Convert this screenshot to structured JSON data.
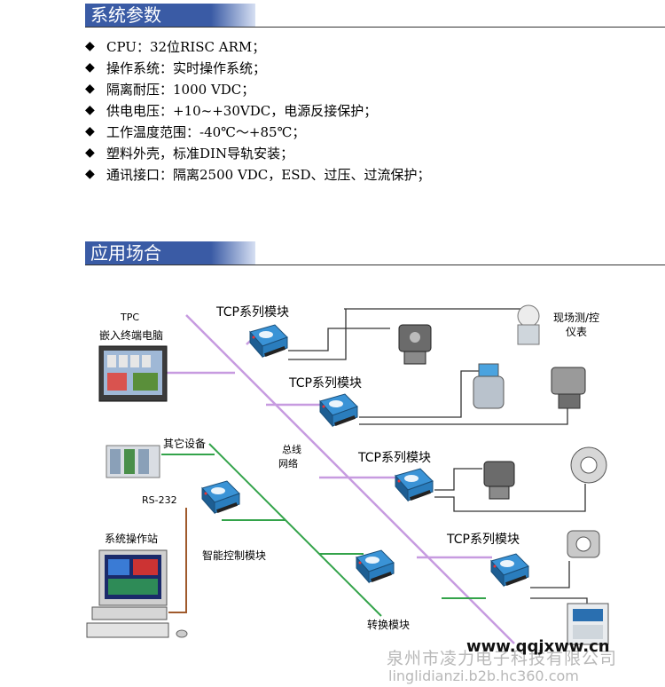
{
  "section_params": {
    "title": "系统参数"
  },
  "specs": [
    {
      "bullet": "◆",
      "text": "CPU：32位RISC ARM；"
    },
    {
      "bullet": "◆",
      "text": "操作系统：实时操作系统；"
    },
    {
      "bullet": "◆",
      "text": "隔离耐压：1000 VDC；"
    },
    {
      "bullet": "◆",
      "text": "供电电压：+10~+30VDC，电源反接保护；"
    },
    {
      "bullet": "◆",
      "text": "工作温度范围：-40℃～+85℃；"
    },
    {
      "bullet": "◆",
      "text": "塑料外壳，标准DIN导轨安装；"
    },
    {
      "bullet": "◆",
      "text": "通讯接口：隔离2500 VDC，ESD、过压、过流保护；"
    }
  ],
  "section_app": {
    "title": "应用场合"
  },
  "diagram": {
    "tpc_label": "TPC",
    "tpc_sub": "嵌入终端电脑",
    "tcp_module": "TCP系列模块",
    "field_instrument_1": "现场测/控",
    "field_instrument_2": "仪表",
    "other_device": "其它设备",
    "rs232": "RS-232",
    "operator_station": "系统操作站",
    "smart_module": "智能控制模块",
    "bus_1": "总线",
    "bus_2": "网络",
    "converter": "转换模块",
    "colors": {
      "ethernet": "#c79be0",
      "fieldbus": "#33a34a",
      "serial": "#a05a2c",
      "wire": "#333333"
    }
  },
  "watermark": {
    "url": "www.qqjxww.cn",
    "company": "泉州市凌力电子科技有限公司",
    "domain": "linglidianzi.b2b.hc360.com"
  }
}
